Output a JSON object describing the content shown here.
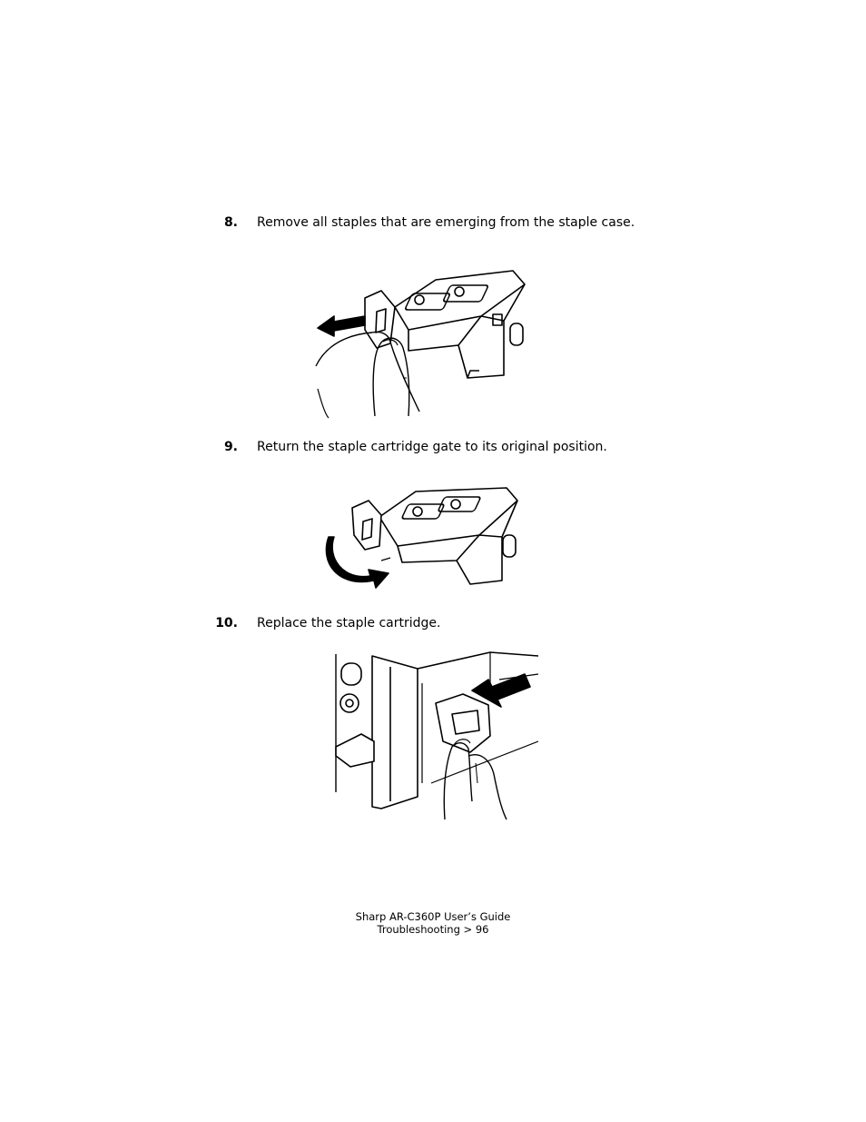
{
  "steps": [
    {
      "number": "8.",
      "text": "Remove all staples that are emerging from the staple case.",
      "illustration": "remove-staples-illustration"
    },
    {
      "number": "9.",
      "text": "Return the staple cartridge gate to its original position.",
      "illustration": "return-gate-illustration"
    },
    {
      "number": "10.",
      "text": "Replace the staple cartridge.",
      "illustration": "replace-cartridge-illustration"
    }
  ],
  "footer": {
    "line1": "Sharp AR-C360P User’s Guide",
    "line2": "Troubleshooting > 96"
  }
}
